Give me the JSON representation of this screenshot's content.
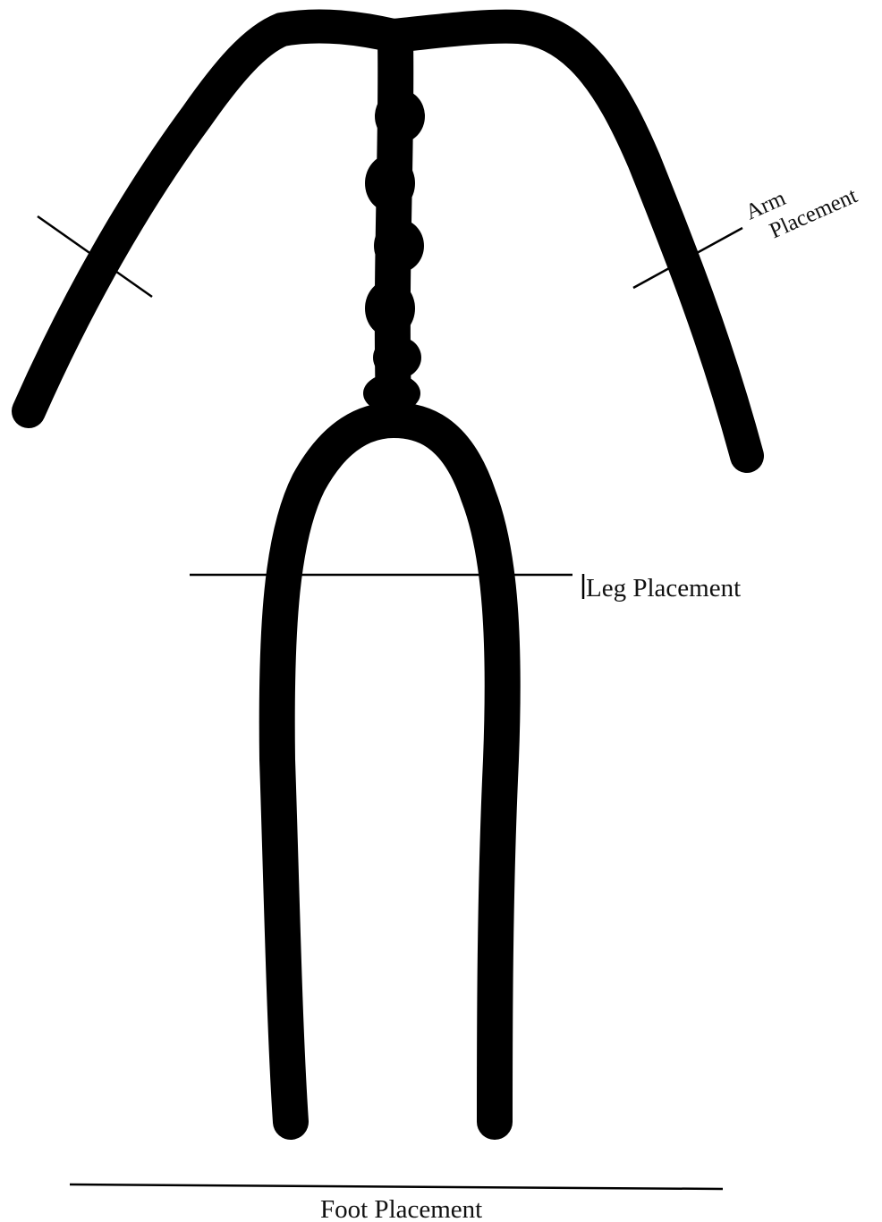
{
  "labels": {
    "arm_placement": [
      "Arm",
      "Placement"
    ],
    "leg_placement": "Leg Placement",
    "foot_placement": "Foot Placement"
  },
  "colors": {
    "wire": "#000000",
    "background": "#ffffff",
    "text": "#111111"
  }
}
